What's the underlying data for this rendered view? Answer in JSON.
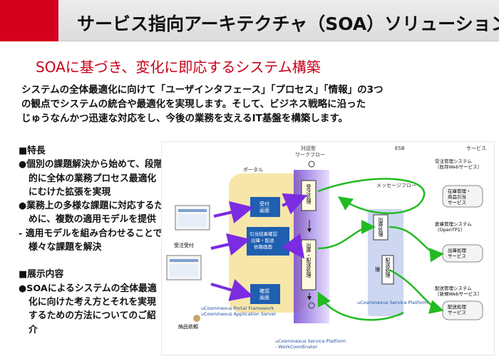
{
  "header": {
    "title": "サービス指向アーキテクチャ（SOA）ソリューション"
  },
  "subtitle": "SOAに基づき、変化に即応するシステム構築",
  "intro": [
    "システムの全体最適化に向けて「ユーザインタフェース」「プロセス」「情報」の3つ",
    "の観点でシステムの統合や最適化を実現します。そして、ビジネス戦略に沿った",
    "じゅうなんかつ迅速な対応をし、今後の業務を支えるIT基盤を構築します。"
  ],
  "features": {
    "heading": "■特長",
    "items": [
      "●個別の課題解決から始めて、段階的に全体の業務プロセス最適化にむけた拡張を実現",
      "●業務上の多様な課題に対応するために、複数の適用モデルを提供",
      "- 適用モデルを組み合わせることで様々な課題を解決"
    ]
  },
  "exhibit": {
    "heading": "■展示内容",
    "items": [
      "●SOAによるシステムの全体最適化に向けた考え方とそれを実現するための方法についてのご紹介"
    ]
  },
  "diagram": {
    "col_workflow": "対話型\nワークフロー",
    "col_esb": "ESB",
    "col_service": "サービス",
    "portal": "ポータル",
    "user_receive": "受注受付",
    "user_delivery": "納品依頼",
    "screen_receive": "受付\n画面",
    "screen_result": "引当結果確認\n出庫・配送\n依頼画面",
    "screen_confirm": "確認\n画面",
    "wf_receive": "受注処理",
    "wf_ship": "出庫・配送処理",
    "message_flow": "メッセージフロー",
    "esb_ship": "出庫処理",
    "esb_delivery": "配送処理",
    "esb_process": "理",
    "svc_order": "受注管理システム\n（既存Webサービス）",
    "svc_stock": "在庫管理・\n商品引当\nサービス",
    "svc_warehouse": "倉庫管理システム\n（OpenTP1）",
    "svc_ship": "出庫処理\nサービス",
    "svc_delivery_sys": "配送管理システム\n（新規Webサービス）",
    "svc_delivery": "配送処理\nサービス",
    "fw1": "uCosminexus Portal Framework",
    "fw2": "uCosminexus Application Server",
    "fw3": "uCosminexus Service Platform",
    "fw4": "uCosminexus Service Platform",
    "fw5": "- WorkCoordinator",
    "colors": {
      "accent": "#d4001c",
      "portal": "#f5e2a3",
      "esb": "#c8d4f0",
      "box": "#1f5fb0",
      "arrow_green": "#22bb22",
      "arrow_purple": "#8a2be2"
    }
  }
}
